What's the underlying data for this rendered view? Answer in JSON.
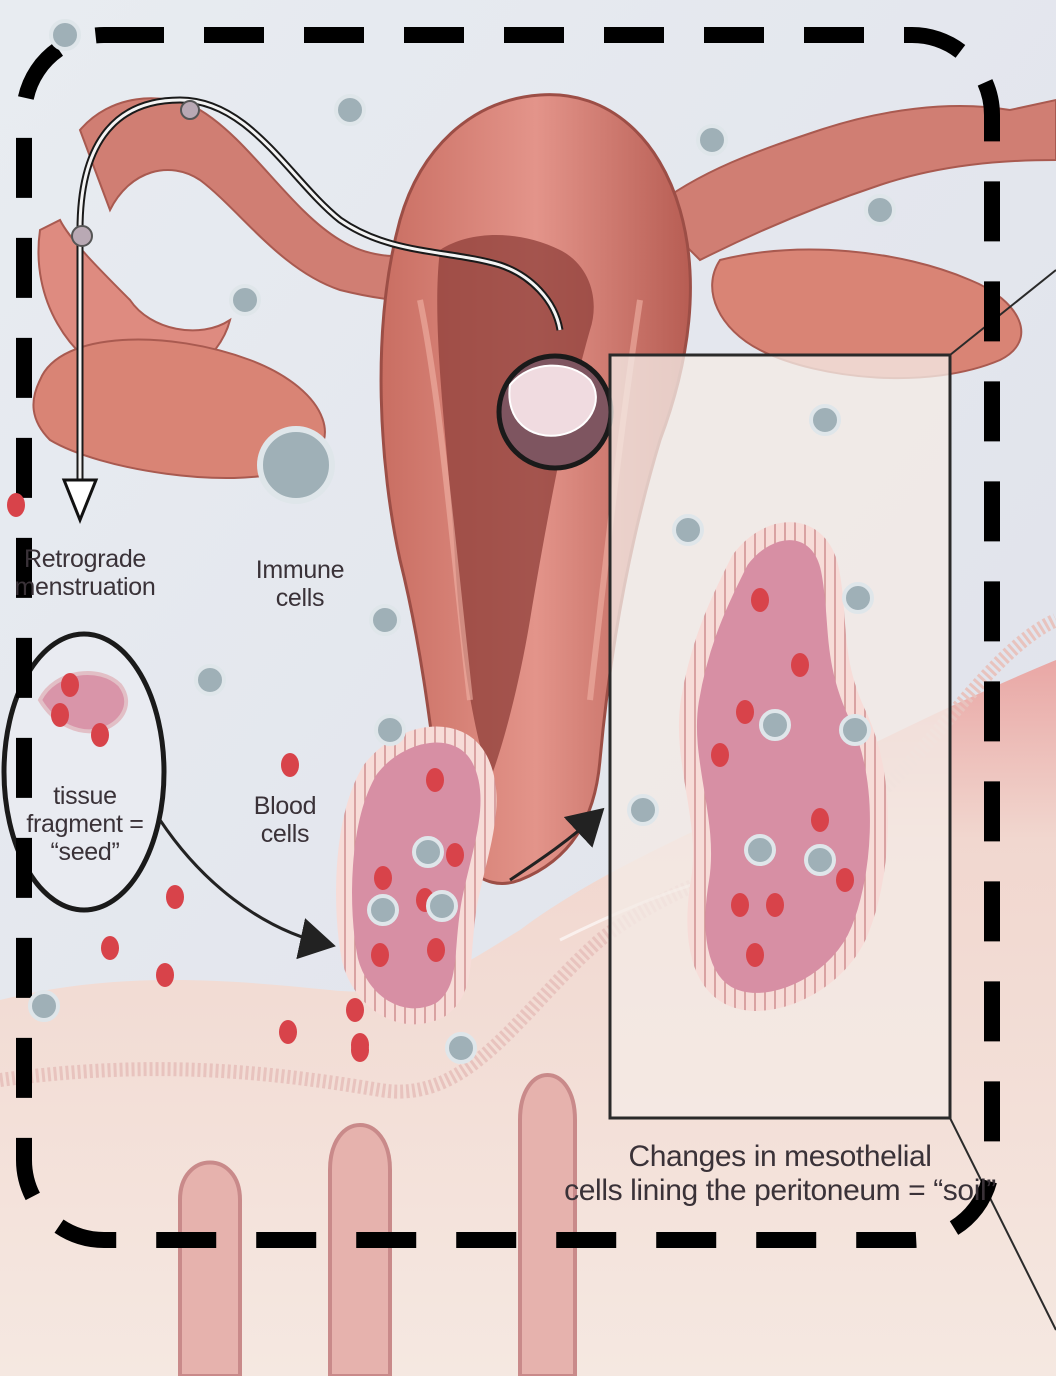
{
  "labels": {
    "retrograde": [
      "Retrograde",
      "menstruation"
    ],
    "immune": [
      "Immune",
      "cells"
    ],
    "blood": [
      "Blood",
      "cells"
    ],
    "seed": [
      "tissue",
      "fragment =",
      "“seed”"
    ],
    "soil": [
      "Changes in mesothelial",
      "cells lining the peritoneum = “soil”"
    ]
  },
  "colors": {
    "background": "#e6e9ef",
    "uterus": "#d98475",
    "uterus_dark": "#a6524a",
    "tissue_pink": "#e7b4bd",
    "fragment_fill": "#d995a9",
    "blood_cell": "#d8434a",
    "immune_cell": "#9fb0b7",
    "peritoneum": "#f2e4dd",
    "outline": "#111111"
  }
}
